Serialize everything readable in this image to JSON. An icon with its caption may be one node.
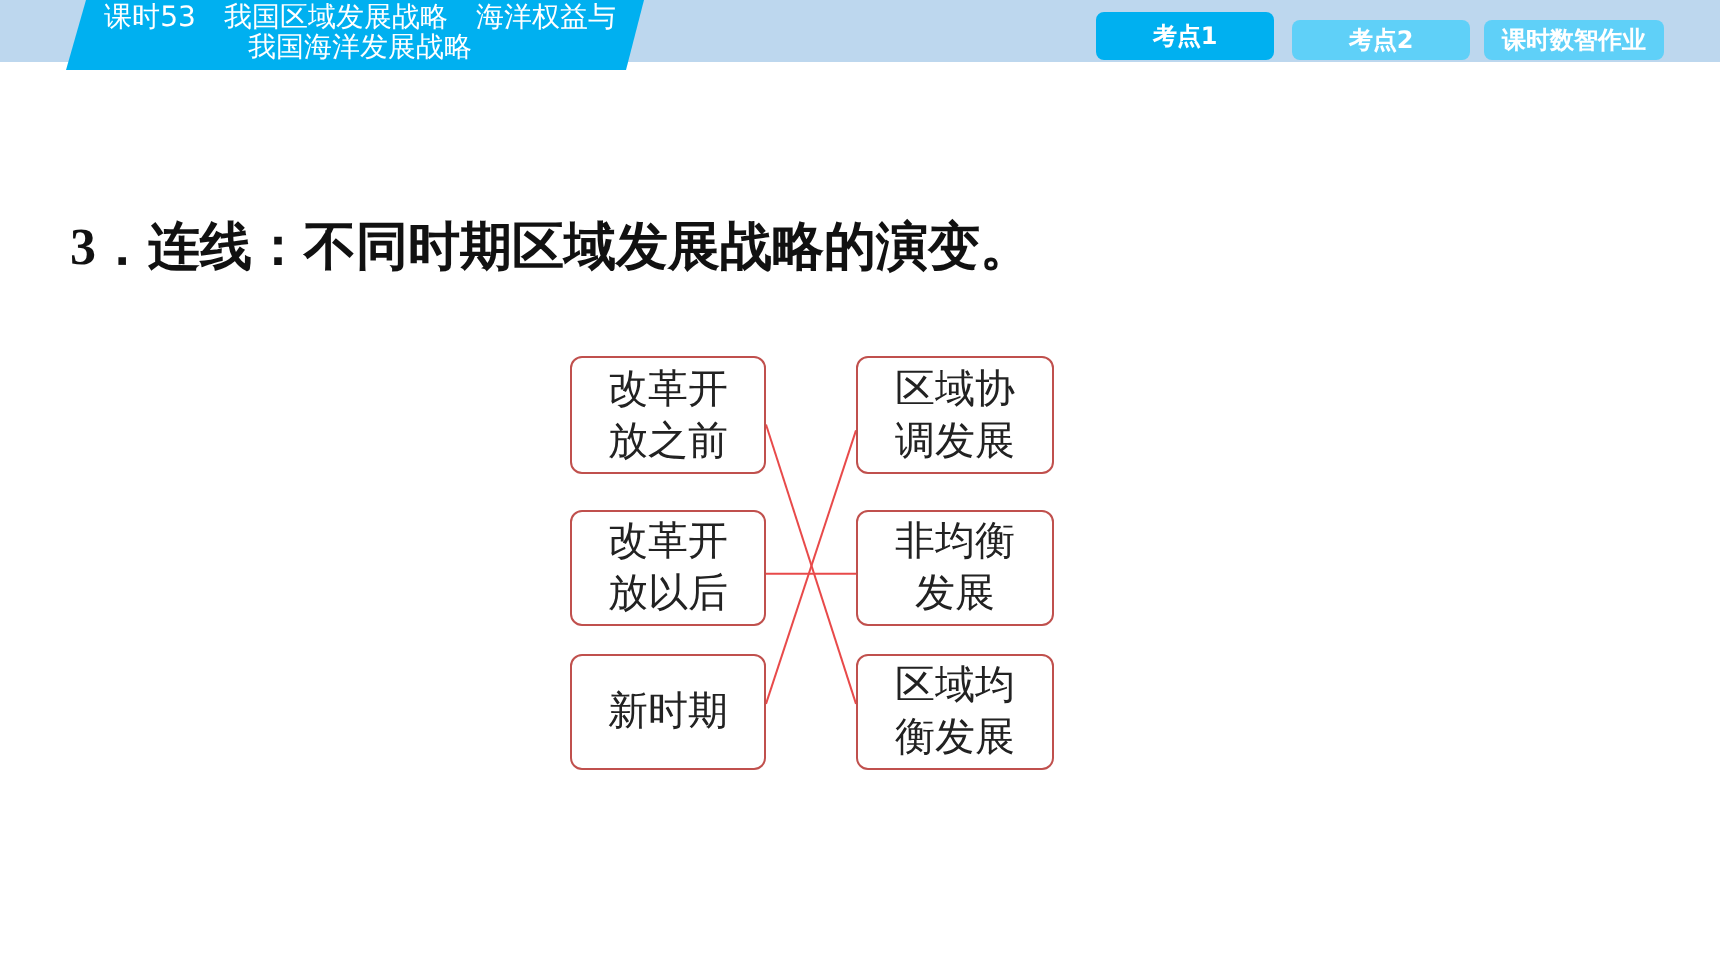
{
  "diagram": {
    "title": "3．连线：不同时期区域发展战略的演变。",
    "nodes": [
      {
        "text": [
          "改革开放之前"
        ]
      },
      {
        "text": [
          "改革开放以后"
        ]
      },
      {
        "text": [
          "新时期"
        ]
      },
      {
        "text": [
          "区域协调发展"
        ]
      },
      {
        "text": [
          "非均衡发展"
        ]
      },
      {
        "text": [
          "区域均衡发展"
        ]
      }
    ],
    "edges": [
      {
        "from": 0,
        "to": 5,
        "arrow": "none"
      },
      {
        "from": 1,
        "to": 4,
        "arrow": "none"
      },
      {
        "from": 2,
        "to": 3,
        "arrow": "none"
      }
    ],
    "labels": [
      "课时53　我国区域发展战略　海洋权益与我国海洋发展战略",
      "考点1",
      "考点2",
      "课时数智作业"
    ]
  }
}
